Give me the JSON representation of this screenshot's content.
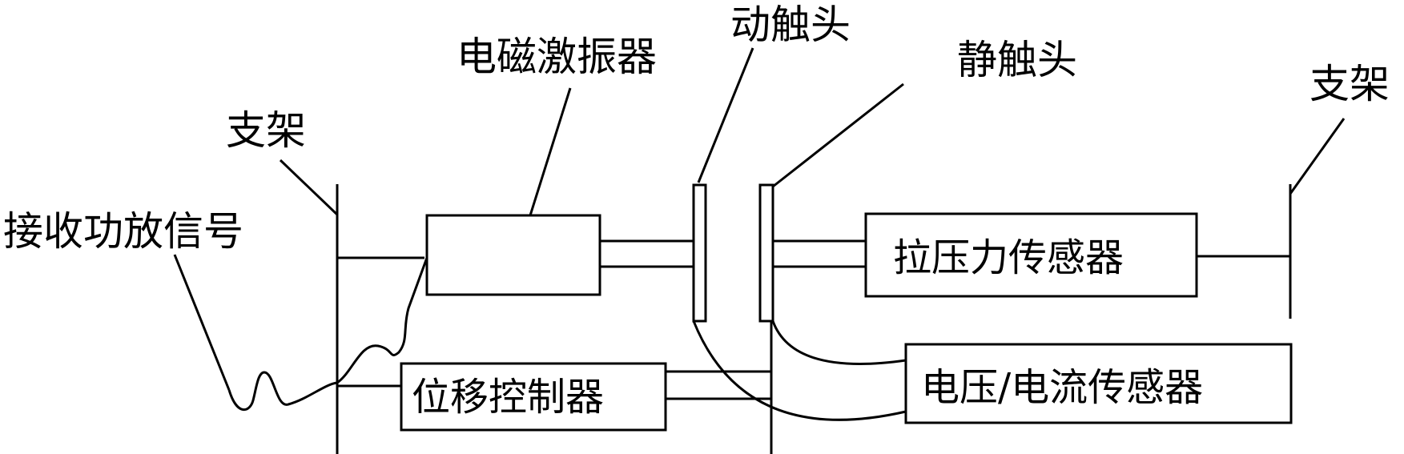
{
  "labels": {
    "support_left": "支架",
    "support_right": "支架",
    "receive_signal": "接收功放信号",
    "em_shaker": "电磁激振器",
    "moving_contact": "动触头",
    "static_contact": "静触头",
    "force_sensor": "拉压力传感器",
    "displacement_controller": "位移控制器",
    "vi_sensor": "电压/电流传感器"
  }
}
